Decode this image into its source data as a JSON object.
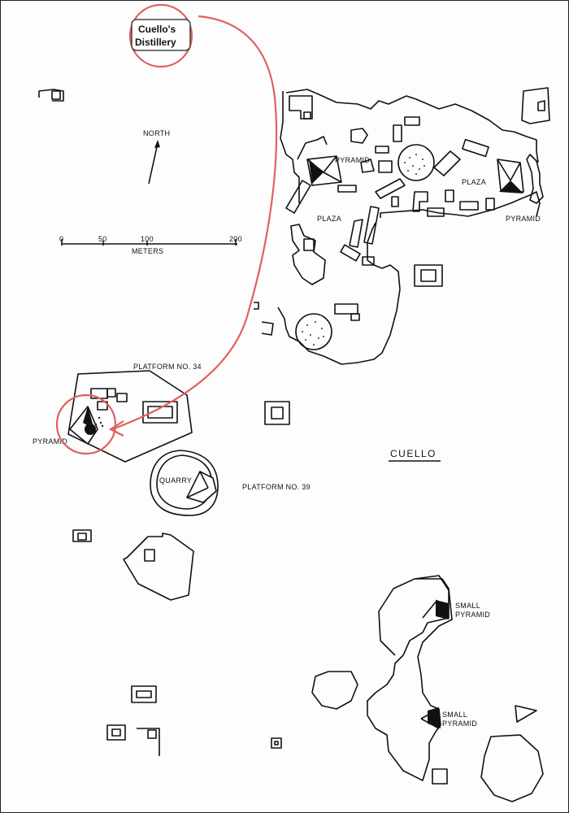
{
  "labels": {
    "north": "NORTH",
    "meters": "METERS",
    "scale_ticks": [
      "0",
      "50",
      "100",
      "200"
    ],
    "pyramid_ne_w": "PYRAMID",
    "pyramid_ne_e": "PYRAMID",
    "plaza_w": "PLAZA",
    "plaza_e": "PLAZA",
    "platform34": "PLATFORM NO. 34",
    "platform39": "PLATFORM NO. 39",
    "pyramid_w": "PYRAMID",
    "quarry": "QUARRY",
    "site_name": "CUELLO",
    "small_pyramid_1a": "SMALL",
    "small_pyramid_1b": "PYRAMID",
    "small_pyramid_2a": "SMALL",
    "small_pyramid_2b": "PYRAMID"
  },
  "callout": {
    "line1": "Cuello's",
    "line2": "Distillery"
  },
  "colors": {
    "annotation": "#e06060",
    "ink": "#111111"
  }
}
